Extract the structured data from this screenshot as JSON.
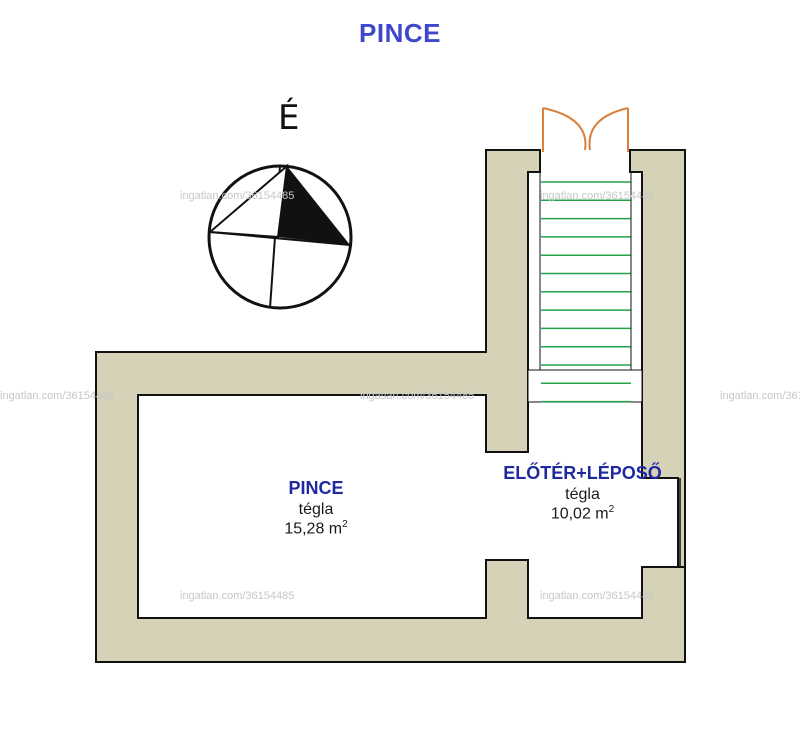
{
  "title": "PINCE",
  "compass": {
    "north_label": "É"
  },
  "rooms": [
    {
      "name": "PINCE",
      "material": "tégla",
      "area": "15,28 m",
      "area_unit_sup": "2"
    },
    {
      "name": "ELŐTÉR+LÉPOSŐ",
      "material": "tégla",
      "area": "10,02 m",
      "area_unit_sup": "2"
    }
  ],
  "watermark": "ingatlan.com/36154485",
  "colors": {
    "wall": "#d6d2b8",
    "stroke": "#111111",
    "title": "#3f48cc",
    "room_name": "#1f2aa0",
    "stairs": "#22a34a",
    "door": "#d9803a"
  }
}
